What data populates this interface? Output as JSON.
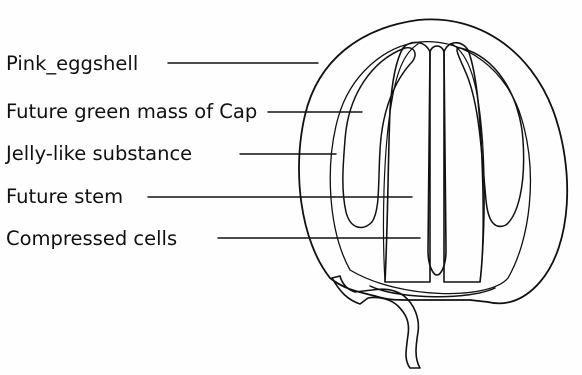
{
  "diagram": {
    "labels": [
      {
        "id": "pink-eggshell",
        "text": "Pink_eggshell"
      },
      {
        "id": "future-green-mass",
        "text": "Future green mass of Cap"
      },
      {
        "id": "jelly-like-substance",
        "text": "Jelly-like substance"
      },
      {
        "id": "future-stem",
        "text": "Future stem"
      },
      {
        "id": "compressed-cells",
        "text": "Compressed cells"
      }
    ]
  }
}
